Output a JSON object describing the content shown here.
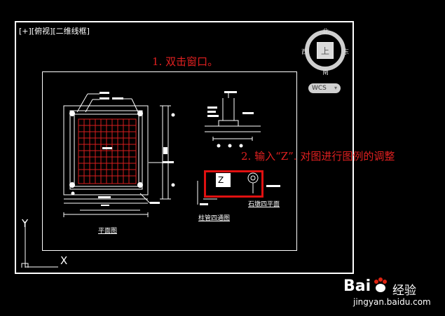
{
  "viewport": {
    "label": "[+][俯视][二维线框]"
  },
  "annotations": {
    "step1": "1. 双击窗口。",
    "step2": "2. 输入“Z”. 对图进行图例的调整"
  },
  "viewcube": {
    "face": "上",
    "north": "北",
    "south": "南",
    "west": "西",
    "east": "东"
  },
  "wcs": {
    "label": "WCS",
    "caret": "▾"
  },
  "ucs": {
    "x_axis": "X",
    "y_axis": "Y"
  },
  "command_input": {
    "value": "Z"
  },
  "drawing": {
    "plan_title": "平面图",
    "detail_title": "柱管四通图",
    "section_title": "石墩四平面"
  },
  "watermark": {
    "brand": "Bai",
    "brand2": "经验",
    "url": "jingyan.baidu.com"
  },
  "colors": {
    "background": "#000000",
    "accent_red": "#e01010",
    "grid_red": "#d81e1e"
  }
}
